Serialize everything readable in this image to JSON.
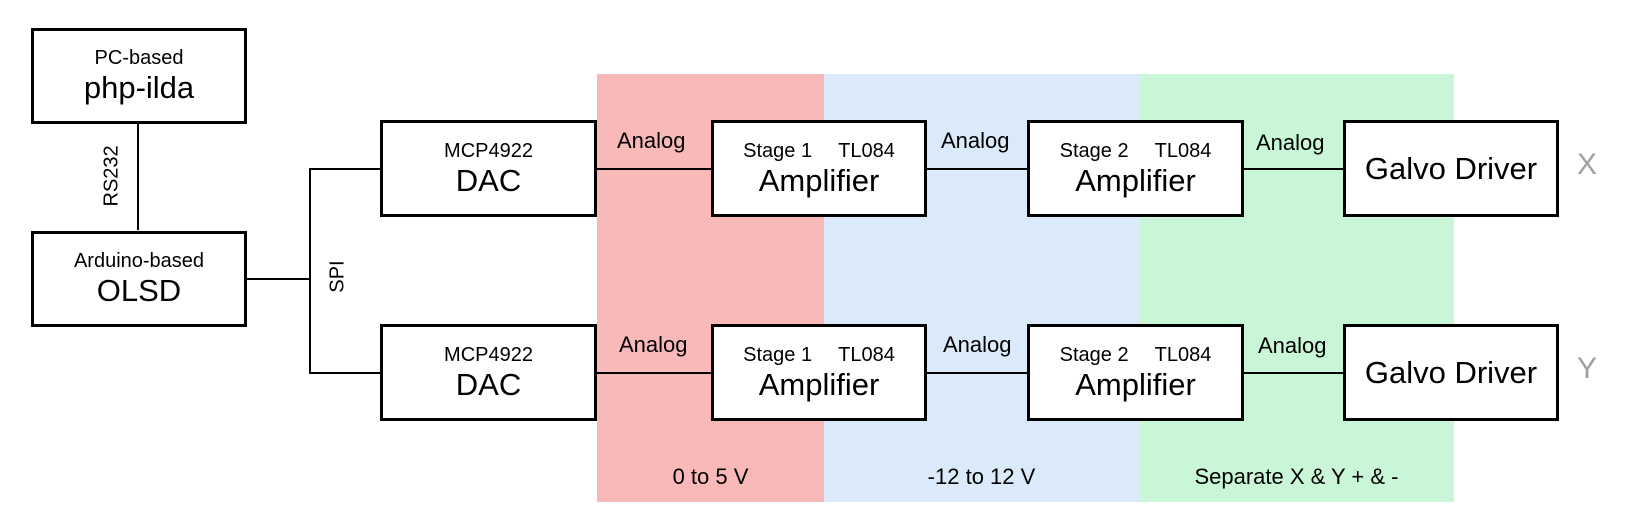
{
  "zones": [
    {
      "id": "red",
      "label": "0 to 5 V",
      "color": "#f8b9b8"
    },
    {
      "id": "blue",
      "label": "-12 to 12 V",
      "color": "#dbeafa"
    },
    {
      "id": "green",
      "label": "Separate X & Y + & -",
      "color": "#c9f6d6"
    }
  ],
  "pc": {
    "sub": "PC-based",
    "title": "php-ilda"
  },
  "olsd": {
    "sub": "Arduino-based",
    "title": "OLSD"
  },
  "links": {
    "rs232": "RS232",
    "spi": "SPI",
    "analog": "Analog"
  },
  "dac": {
    "sub": "MCP4922",
    "title": "DAC"
  },
  "stage1": {
    "stage": "Stage 1",
    "chip": "TL084",
    "title": "Amplifier"
  },
  "stage2": {
    "stage": "Stage 2",
    "chip": "TL084",
    "title": "Amplifier"
  },
  "galvo": {
    "title": "Galvo Driver"
  },
  "axes": {
    "x": "X",
    "y": "Y"
  },
  "colors": {
    "line": "#000000",
    "axis_label": "#a0a0a0"
  }
}
